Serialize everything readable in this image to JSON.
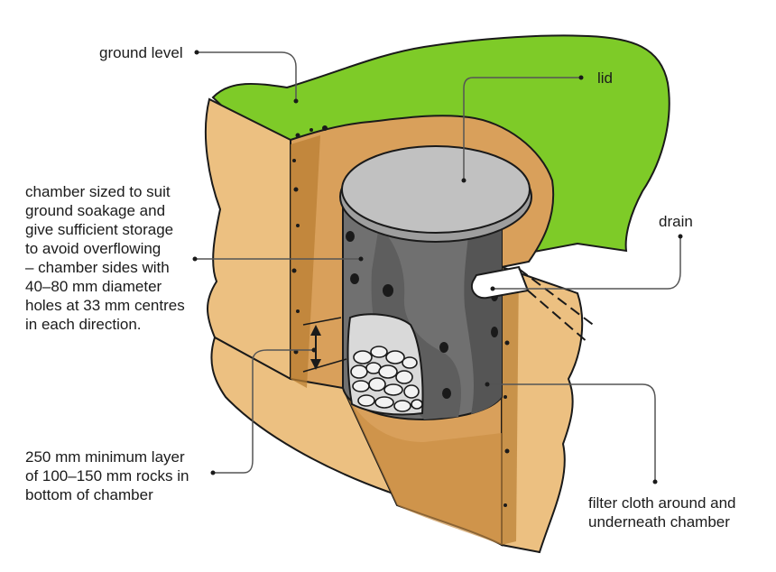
{
  "labels": {
    "ground_level": "ground level",
    "lid": "lid",
    "drain": "drain",
    "chamber": "chamber sized to suit\nground soakage and\ngive sufficient storage\nto avoid overflowing\n– chamber sides with\n40–80 mm diameter\nholes at 33 mm centres\nin each direction.",
    "rocks": "250 mm minimum layer\nof 100–150 mm rocks in\nbottom of chamber",
    "filter_cloth": "filter cloth around and\nunderneath chamber"
  },
  "colors": {
    "grass": "#7ecb28",
    "soil_light": "#ecc081",
    "soil_mid": "#d9a05b",
    "soil_dark": "#b97f33",
    "chamber": "#707070",
    "chamber_dark": "#4f4f4f",
    "lid": "#c1c1c1",
    "rock": "#dcdcdc",
    "outline": "#1a1a1a",
    "leader": "#555555"
  }
}
